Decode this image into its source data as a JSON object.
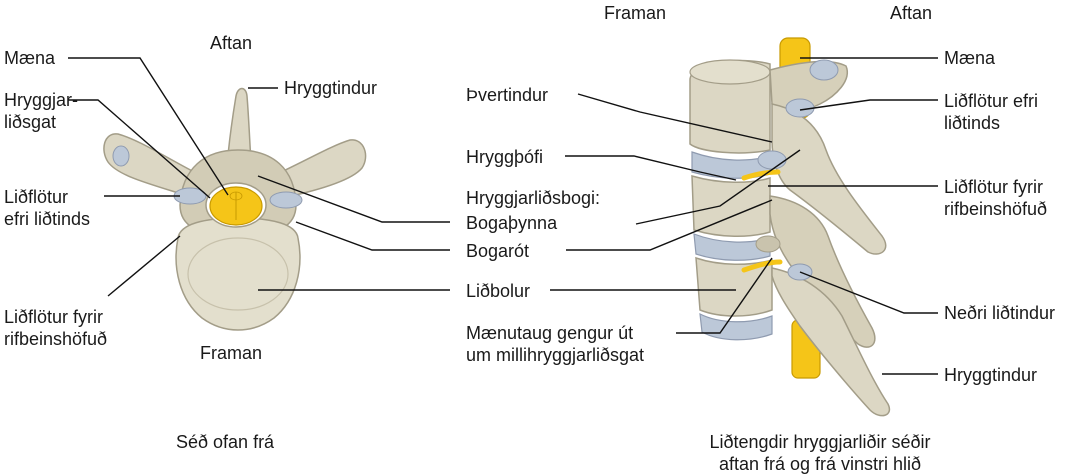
{
  "colors": {
    "bone": "#dcd7c4",
    "bone_shadow": "#b9b39e",
    "bone_dark": "#a39d88",
    "spinal_cord": "#f5c518",
    "cartilage": "#bcc8d8",
    "line": "#111111",
    "text": "#1a1a1a"
  },
  "left": {
    "top_label": "Aftan",
    "bottom_label": "Framan",
    "caption": "Séð ofan frá",
    "labels": {
      "maena": "Mæna",
      "hryggjarlidsgat_1": "Hryggjar-",
      "hryggjarlidsgat_2": "liðsgat",
      "lidflotur_efri_1": "Liðflötur",
      "lidflotur_efri_2": "efri liðtinds",
      "lidflotur_rif_1": "Liðflötur fyrir",
      "lidflotur_rif_2": "rifbeinshöfuð",
      "hryggtindur": "Hryggtindur"
    }
  },
  "middle": {
    "thvertindur": "Þvertindur",
    "hryggthofi": "Hryggþófi",
    "hryggjarlidsbogi": "Hryggjarliðsbogi:",
    "bogathynna": "Bogaþynna",
    "bogarot": "Bogarót",
    "lidbolur": "Liðbolur",
    "maenutaug_1": "Mænutaug gengur út",
    "maenutaug_2": "um millihryggjarliðsgat"
  },
  "right": {
    "top_left": "Framan",
    "top_right": "Aftan",
    "caption_1": "Liðtengdir hryggjarliðir séðir",
    "caption_2": "aftan frá og frá vinstri hlið",
    "labels": {
      "maena": "Mæna",
      "lidflotur_efri_1": "Liðflötur efri",
      "lidflotur_efri_2": "liðtinds",
      "lidflotur_rif_1": "Liðflötur fyrir",
      "lidflotur_rif_2": "rifbeinshöfuð",
      "nedri_lidtindur": "Neðri liðtindur",
      "hryggtindur": "Hryggtindur"
    }
  }
}
